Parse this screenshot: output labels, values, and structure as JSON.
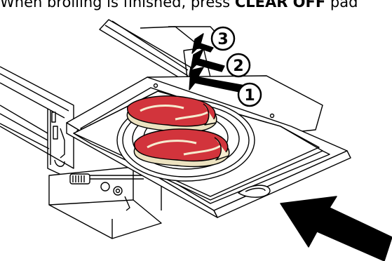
{
  "caption": {
    "text_before": "When broiling is finished, press ",
    "bold_text": "CLEAR OFF",
    "text_after": " pad"
  },
  "callouts": [
    "3",
    "2",
    "1"
  ],
  "colors": {
    "steak_red": "#d2343c",
    "steak_fat": "#f6ecd0",
    "steak_bone": "#ece2c0",
    "line": "#000000",
    "arrow": "#000000"
  },
  "icons": [
    "steak-icon",
    "push-arrow-icon"
  ]
}
